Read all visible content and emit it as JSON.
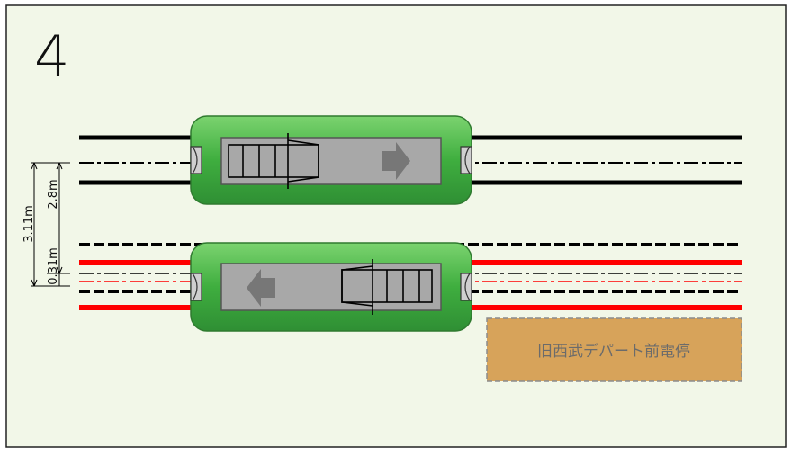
{
  "figure_number": "4",
  "dimensions": {
    "total": "3.11m",
    "track_spacing": "2.8m",
    "offset": "0.31m"
  },
  "stop_label": "旧西武デパート前電停",
  "colors": {
    "background": "#f2f7e8",
    "rail_normal": "#000000",
    "rail_dual_gauge": "#ff0000",
    "tram_body": "#4fb84d",
    "tram_roof": "#a8a8a8",
    "stop_fill": "#d7a35a"
  },
  "trams": [
    {
      "track": "upper",
      "direction": "right",
      "arrow": "right-arrow-icon"
    },
    {
      "track": "lower",
      "direction": "left",
      "arrow": "left-arrow-icon"
    }
  ]
}
